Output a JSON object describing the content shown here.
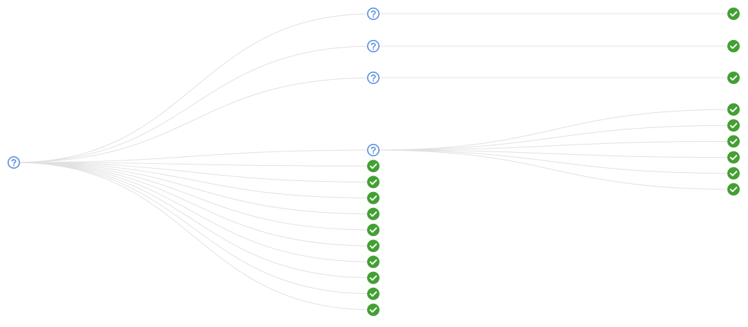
{
  "colors": {
    "unknown": "#5b8fe0",
    "success": "#43a034",
    "edge": "#e0e0e0",
    "background": "#ffffff"
  },
  "icons": {
    "unknown": "question-circle-icon",
    "success": "check-circle-icon"
  },
  "tree": {
    "id": "root",
    "status": "unknown",
    "children": [
      {
        "id": "n1",
        "status": "unknown",
        "children": [
          {
            "id": "n1a",
            "status": "success"
          }
        ]
      },
      {
        "id": "n2",
        "status": "unknown",
        "children": [
          {
            "id": "n2a",
            "status": "success"
          }
        ]
      },
      {
        "id": "n3",
        "status": "unknown",
        "children": [
          {
            "id": "n3a",
            "status": "success"
          }
        ]
      },
      {
        "id": "n4",
        "status": "unknown",
        "children": [
          {
            "id": "n4a",
            "status": "success"
          },
          {
            "id": "n4b",
            "status": "success"
          },
          {
            "id": "n4c",
            "status": "success"
          },
          {
            "id": "n4d",
            "status": "success"
          },
          {
            "id": "n4e",
            "status": "success"
          },
          {
            "id": "n4f",
            "status": "success"
          }
        ]
      },
      {
        "id": "n5",
        "status": "success"
      },
      {
        "id": "n6",
        "status": "success"
      },
      {
        "id": "n7",
        "status": "success"
      },
      {
        "id": "n8",
        "status": "success"
      },
      {
        "id": "n9",
        "status": "success"
      },
      {
        "id": "n10",
        "status": "success"
      },
      {
        "id": "n11",
        "status": "success"
      },
      {
        "id": "n12",
        "status": "success"
      },
      {
        "id": "n13",
        "status": "success"
      },
      {
        "id": "n14",
        "status": "success"
      }
    ]
  }
}
